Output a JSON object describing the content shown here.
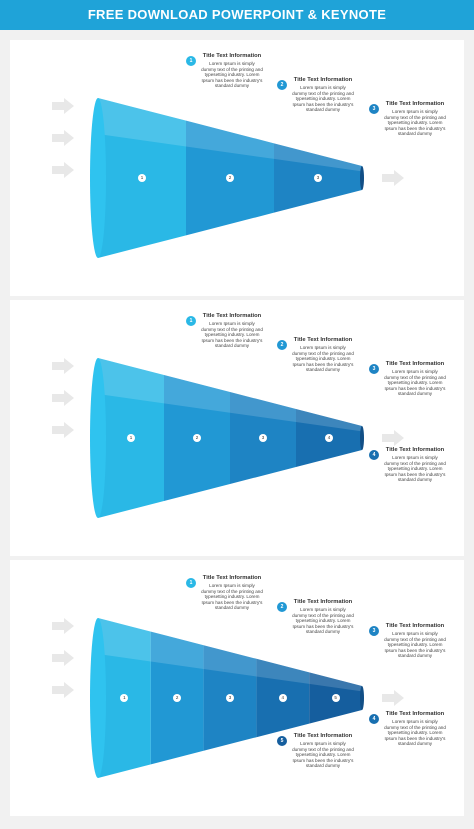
{
  "header": {
    "title": "FREE DOWNLOAD POWERPOINT & KEYNOTE"
  },
  "callout_text": {
    "title": "Title Text Information",
    "body": "Lorem Ipsum is simply dummy text of the printing and typesetting industry. Lorem Ipsum has been the industry's standard dummy"
  },
  "colors": {
    "banner": "#1fa3d8",
    "arrow": "#e8e8e8",
    "segments": [
      "#2ab8e6",
      "#2198d4",
      "#1e84c4",
      "#186fb0",
      "#155e9e"
    ],
    "badges": [
      "#2ab8e6",
      "#2198d4",
      "#1e84c4",
      "#186fb0",
      "#155e9e"
    ]
  },
  "panels": [
    {
      "segments": 3,
      "numbers": [
        "1",
        "2",
        "3"
      ],
      "callouts": [
        "1",
        "2",
        "3"
      ]
    },
    {
      "segments": 4,
      "numbers": [
        "1",
        "2",
        "3",
        "4"
      ],
      "callouts": [
        "1",
        "2",
        "3",
        "4"
      ]
    },
    {
      "segments": 5,
      "numbers": [
        "1",
        "2",
        "3",
        "4",
        "5"
      ],
      "callouts": [
        "1",
        "2",
        "3",
        "4",
        "5"
      ]
    }
  ]
}
